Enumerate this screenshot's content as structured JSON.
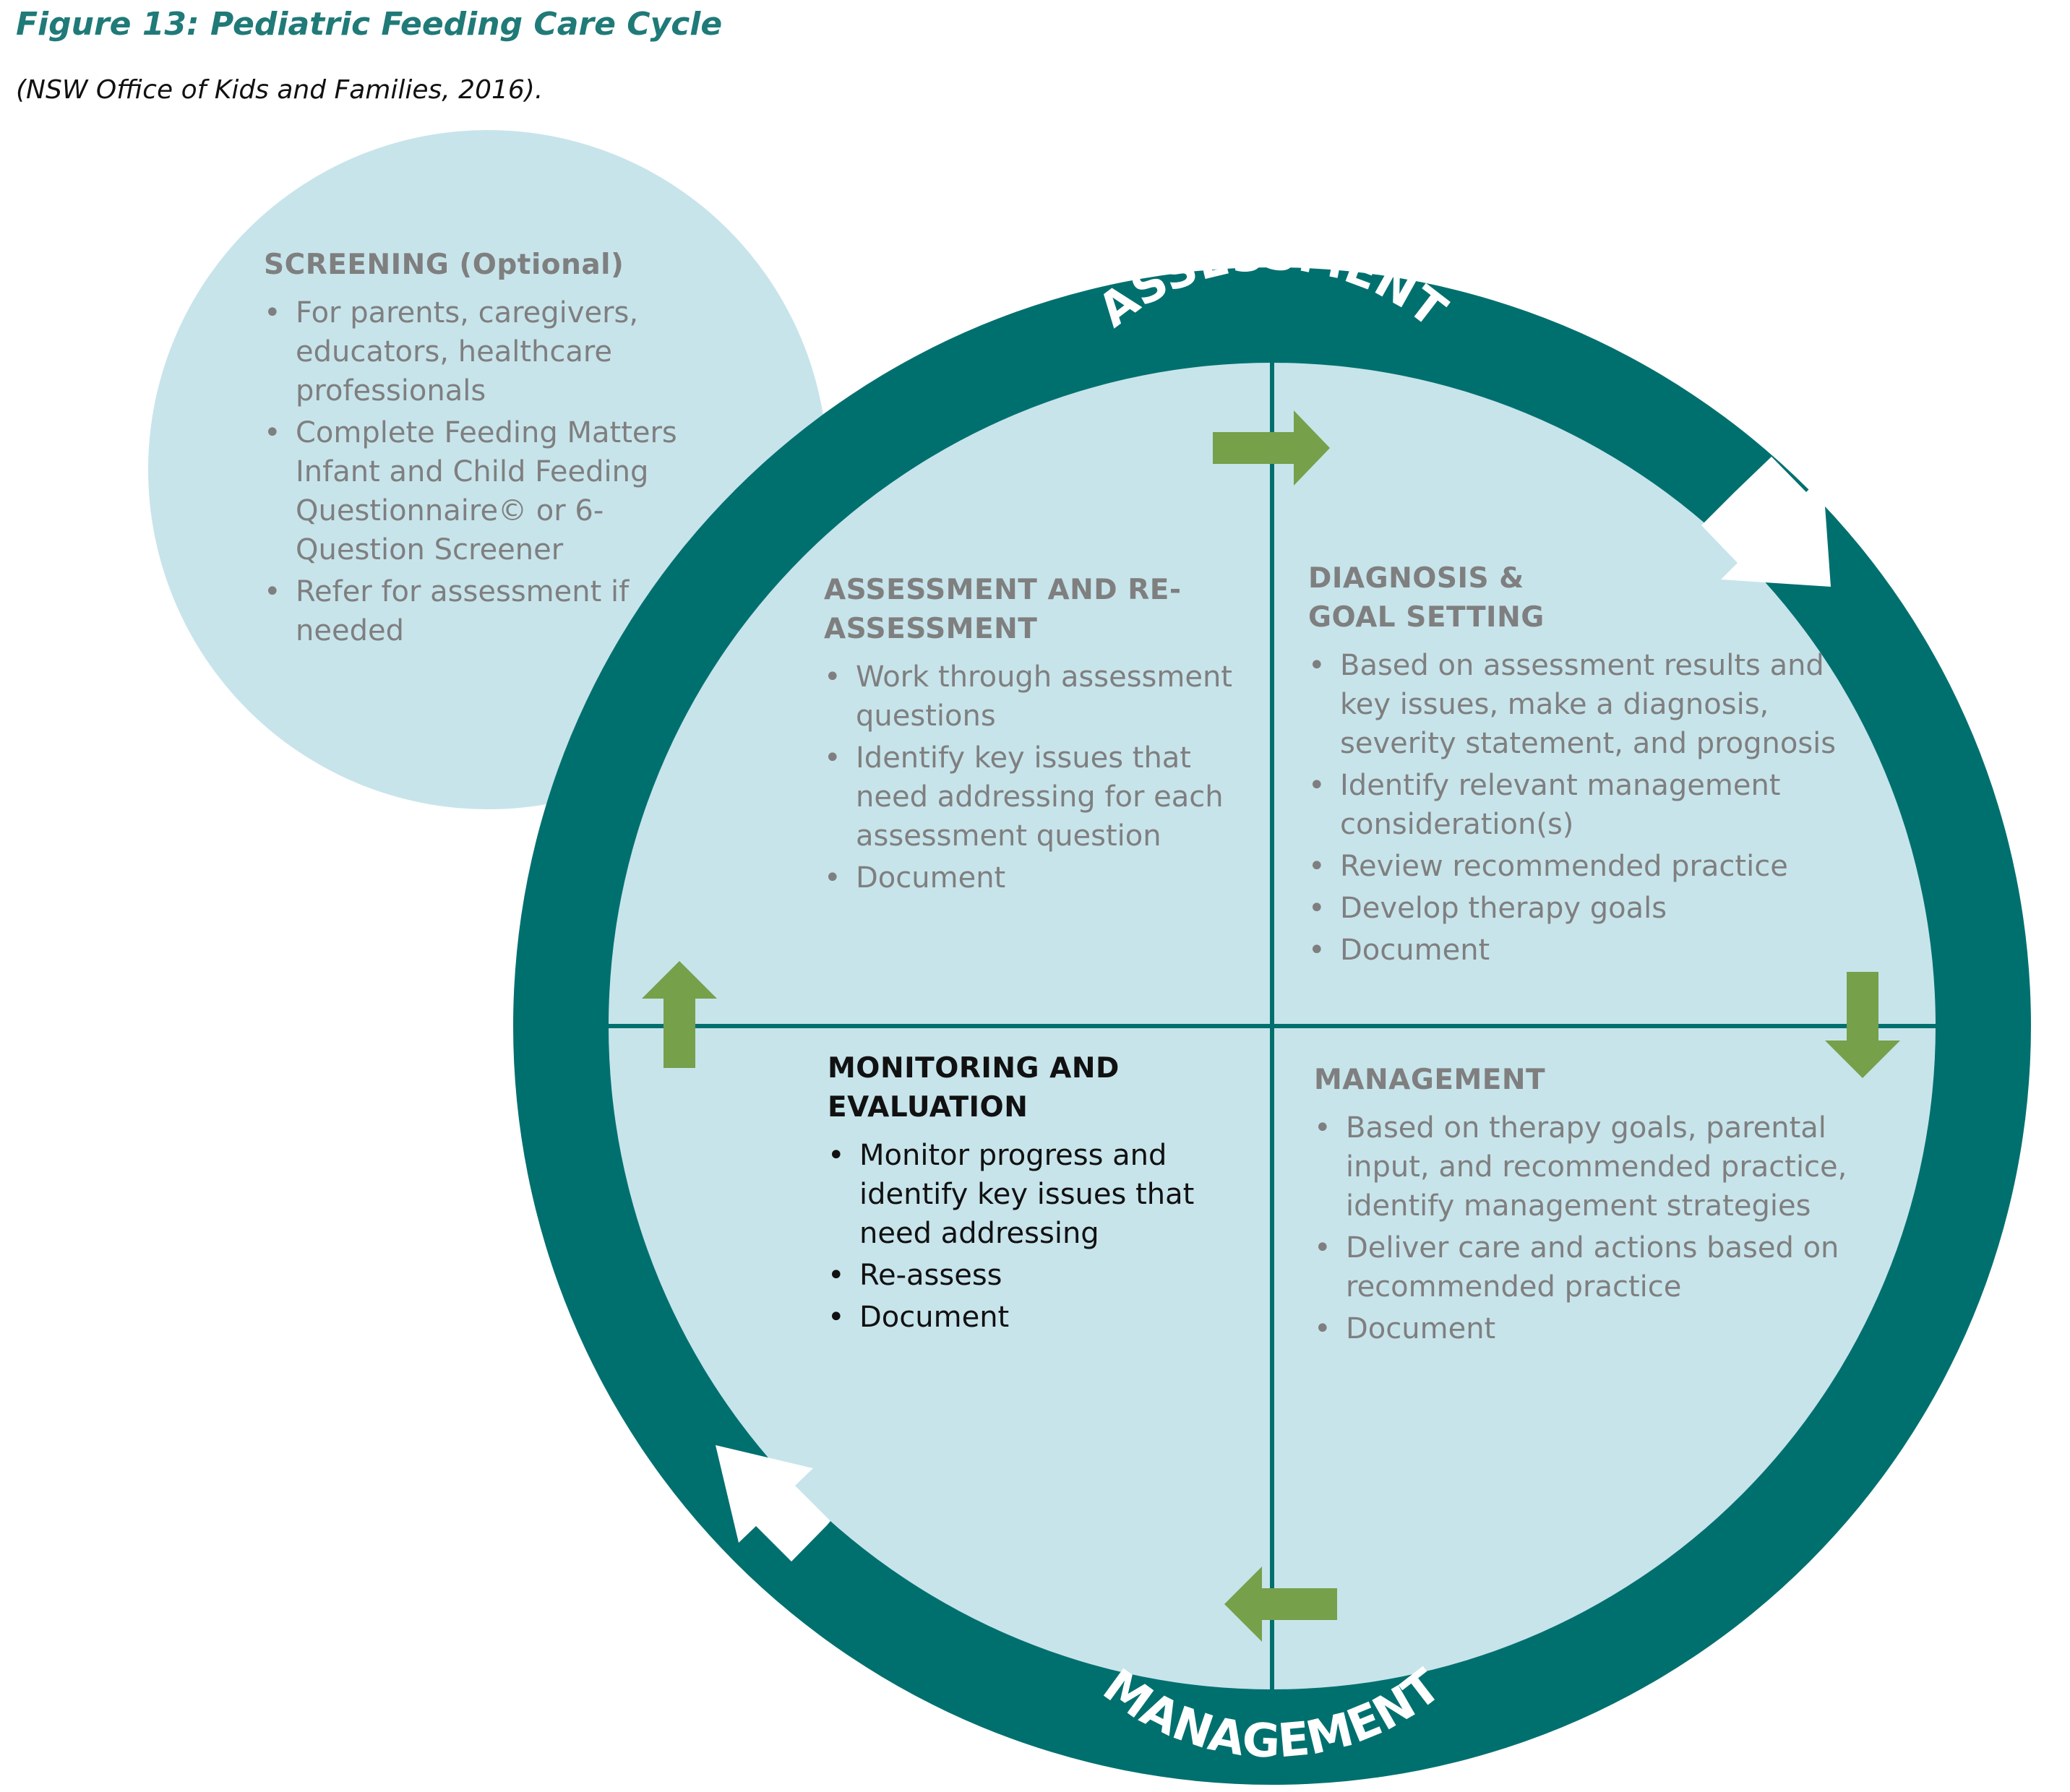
{
  "figure": {
    "title": "Figure 13: Pediatric Feeding Care Cycle",
    "citation": "(NSW Office of Kids and Families, 2016)."
  },
  "ring": {
    "top_label": "ASSESSMENT",
    "bottom_label": "MANAGEMENT"
  },
  "screening": {
    "heading": "SCREENING (Optional)",
    "items": [
      "For parents, caregivers, educators, healthcare professionals",
      "Complete Feeding Matters Infant and Child Feeding Questionnaire© or 6-Question Screener",
      "Refer for assessment if needed"
    ]
  },
  "quadrants": {
    "assessment": {
      "heading": "ASSESSMENT AND RE-ASSESSMENT",
      "items": [
        "Work through assessment questions",
        "Identify key issues that need addressing for each assessment question",
        "Document"
      ]
    },
    "diagnosis": {
      "heading": "DIAGNOSIS & GOAL SETTING",
      "items": [
        "Based on assessment results and key issues, make a diagnosis, severity statement, and prognosis",
        "Identify relevant management consideration(s)",
        "Review recommended practice",
        "Develop therapy goals",
        "Document"
      ]
    },
    "monitoring": {
      "heading": "MONITORING AND EVALUATION",
      "items": [
        "Monitor progress and identify key issues that need addressing",
        "Re-assess",
        "Document"
      ]
    },
    "management": {
      "heading": "MANAGEMENT",
      "items": [
        "Based on therapy goals, parental input, and recommended practice, identify management strategies",
        "Deliver care and actions based on recommended practice",
        "Document"
      ]
    }
  },
  "colors": {
    "teal": "#00706f",
    "light_blue": "#c7e4eb",
    "green_arrow": "#76a04a",
    "title_teal": "#1f7a78",
    "grey_text": "#7f7f7f",
    "dark_text": "#111111"
  }
}
